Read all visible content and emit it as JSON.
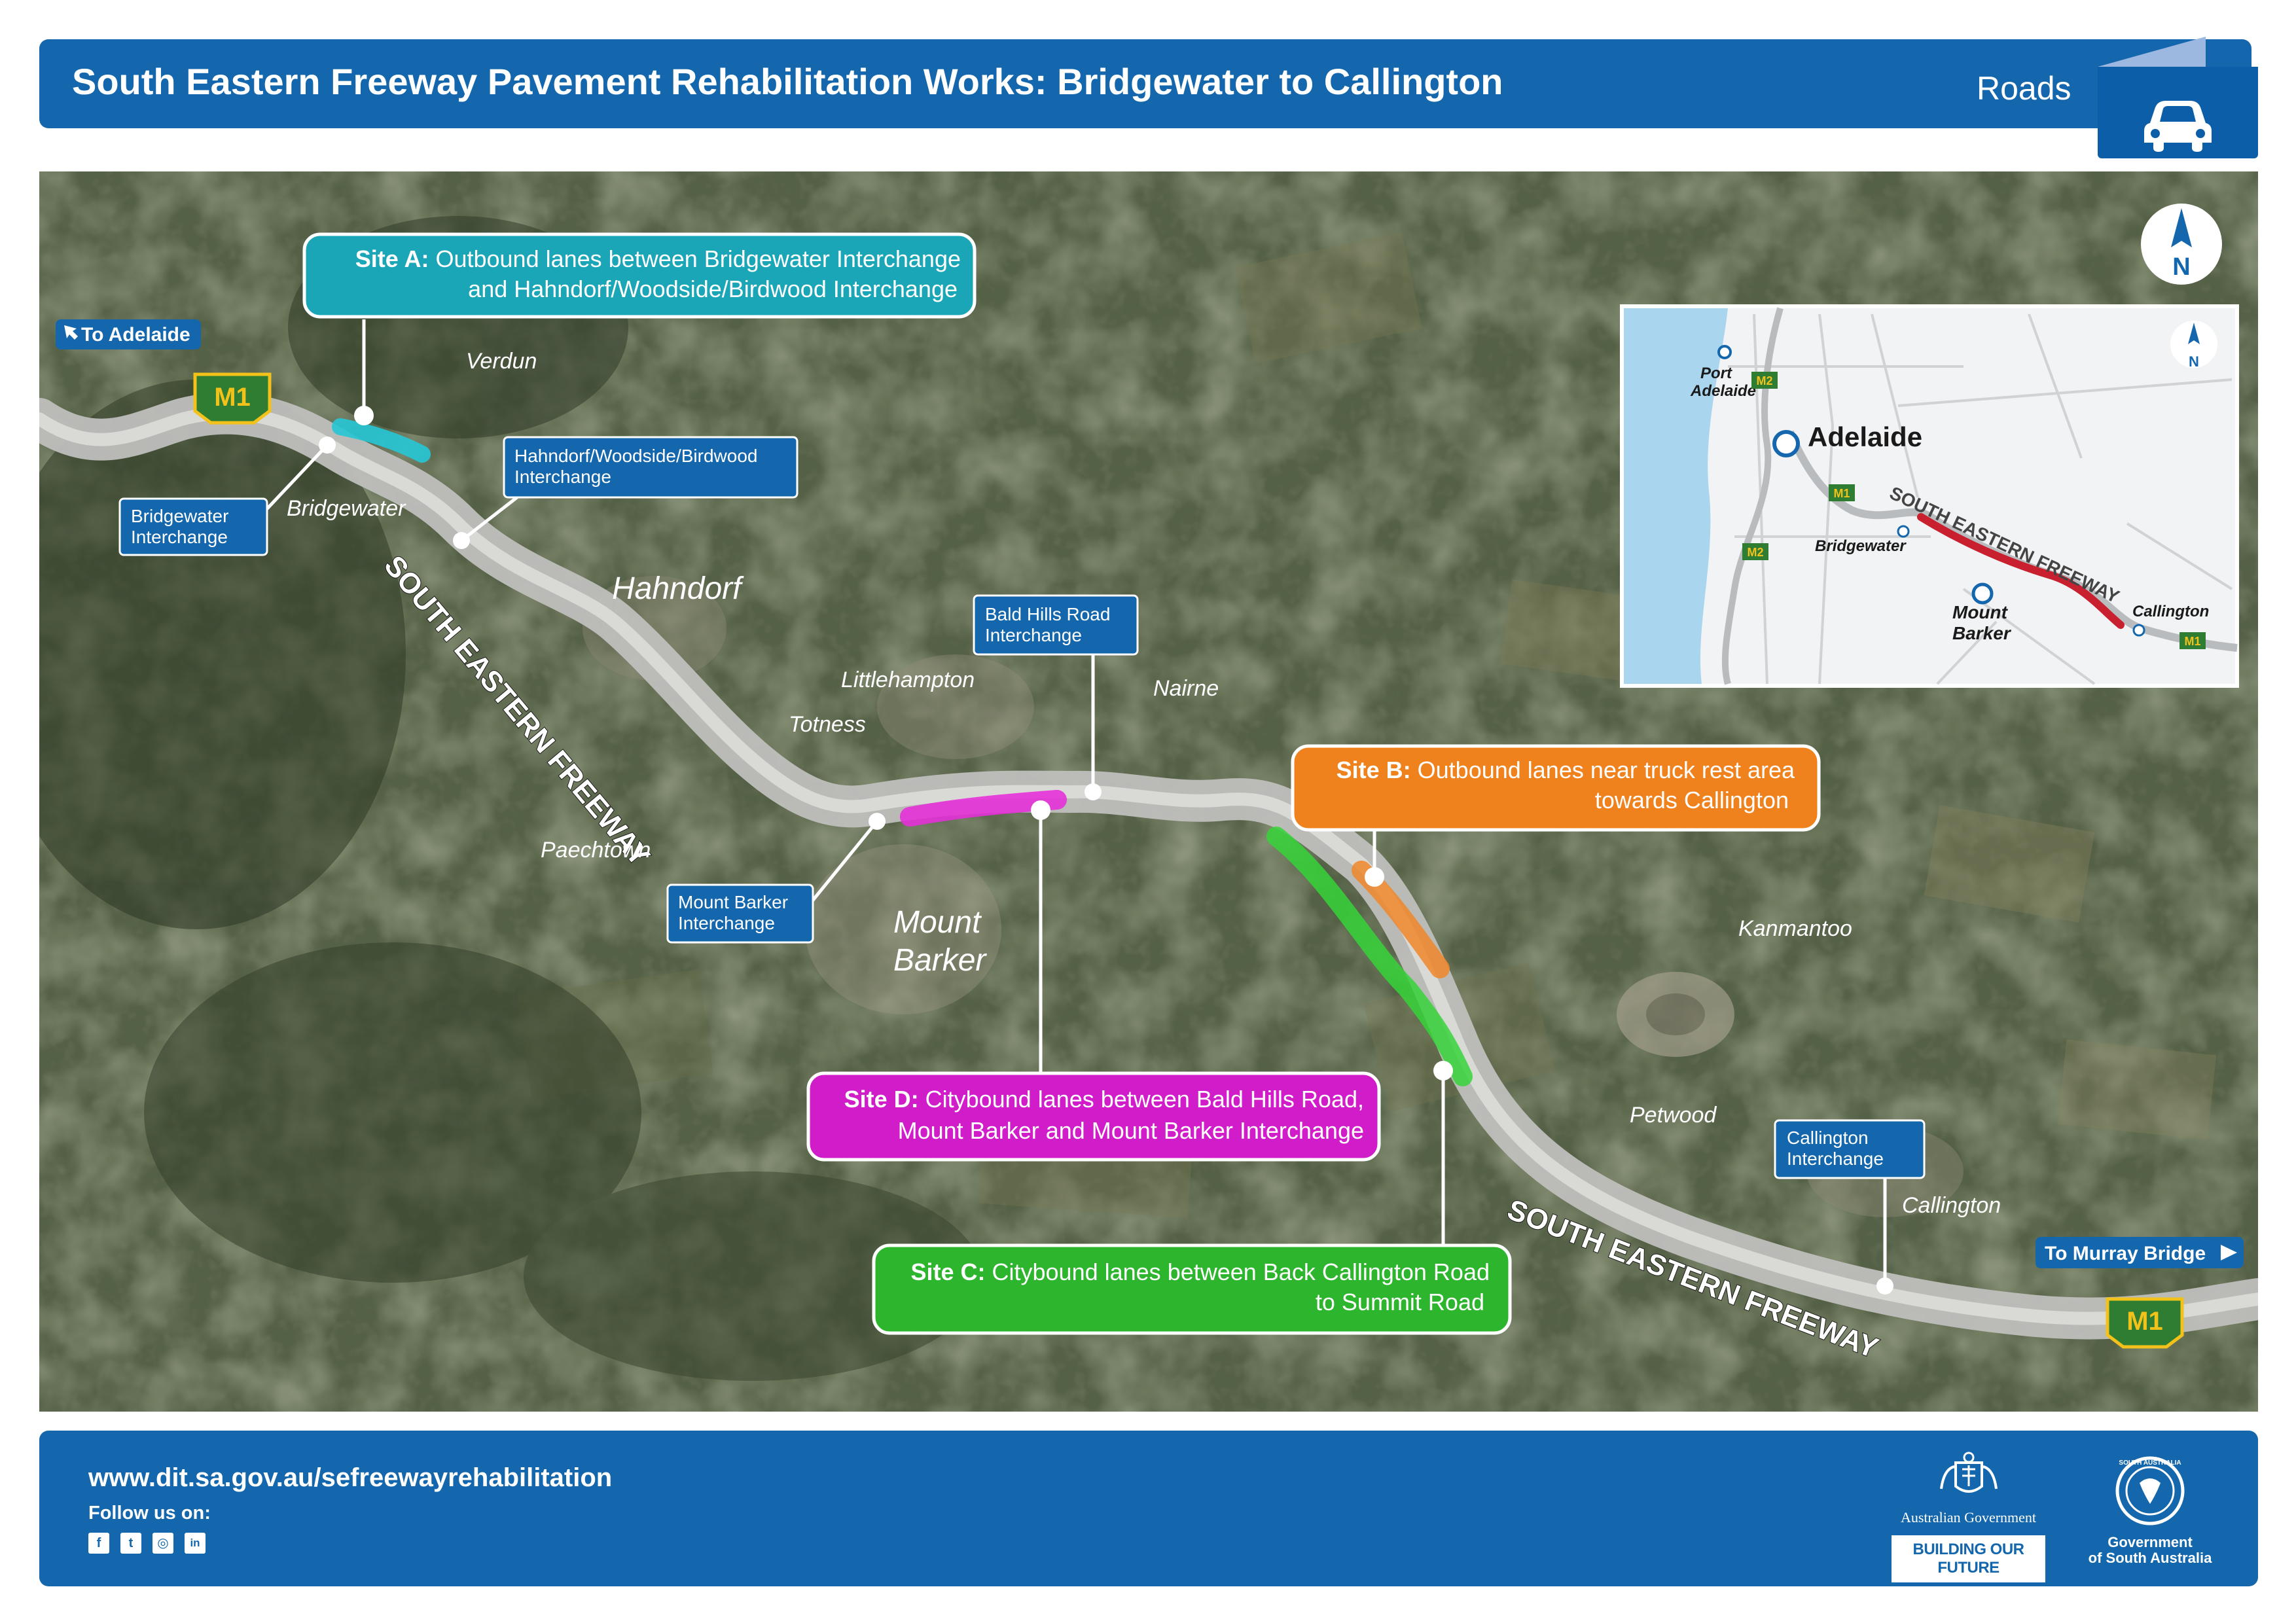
{
  "header": {
    "title": "South Eastern Freeway Pavement Rehabilitation Works: Bridgewater to Callington",
    "tag": "Roads",
    "tag_icon": "car-icon"
  },
  "colors": {
    "brand_blue": "#1467ad",
    "site_a": "#1aa6b7",
    "site_b": "#f0821e",
    "site_c": "#2db52d",
    "site_d": "#d11dc9",
    "freeway": "#c8c8c8",
    "route_highlight": "#c8202f"
  },
  "map": {
    "north": "N",
    "direction_signs": {
      "west": "To Adelaide",
      "east": "To Murray Bridge"
    },
    "shields": {
      "west": "M1",
      "east": "M1"
    },
    "freeway_labels": [
      "SOUTH EASTERN FREEWAY",
      "SOUTH EASTERN FREEWAY"
    ],
    "towns": {
      "verdun": "Verdun",
      "bridgewater": "Bridgewater",
      "hahndorf": "Hahndorf",
      "littlehampton": "Littlehampton",
      "nairne": "Nairne",
      "totness": "Totness",
      "paechtown": "Paechtown",
      "mount_barker": "Mount Barker",
      "kanmantoo": "Kanmantoo",
      "petwood": "Petwood",
      "callington": "Callington"
    },
    "interchanges": {
      "bridgewater": [
        "Bridgewater",
        "Interchange"
      ],
      "hahndorf": [
        "Hahndorf/Woodside/Birdwood",
        "Interchange"
      ],
      "bald_hills": [
        "Bald Hills Road",
        "Interchange"
      ],
      "mount_barker": [
        "Mount Barker",
        "Interchange"
      ],
      "callington": [
        "Callington",
        "Interchange"
      ]
    },
    "sites": {
      "a": {
        "label": "Site A:",
        "lines": [
          "Outbound lanes between Bridgewater Interchange",
          "and Hahndorf/Woodside/Birdwood Interchange"
        ]
      },
      "b": {
        "label": "Site B:",
        "lines": [
          "Outbound lanes near truck rest area",
          "towards Callington"
        ]
      },
      "c": {
        "label": "Site C:",
        "lines": [
          "Citybound lanes between Back Callington Road",
          "to Summit Road"
        ]
      },
      "d": {
        "label": "Site D:",
        "lines": [
          "Citybound lanes between Bald Hills Road,",
          "Mount Barker and Mount Barker Interchange"
        ]
      }
    },
    "inset": {
      "north": "N",
      "places": {
        "port_adelaide": [
          "Port",
          "Adelaide"
        ],
        "adelaide": "Adelaide",
        "bridgewater": "Bridgewater",
        "mount_barker": [
          "Mount",
          "Barker"
        ],
        "callington": "Callington"
      },
      "freeway_label": "SOUTH EASTERN FREEWAY",
      "shields": [
        "M2",
        "M1",
        "M2",
        "M1"
      ]
    }
  },
  "footer": {
    "url": "www.dit.sa.gov.au/sefreewayrehabilitation",
    "follow": "Follow us on:",
    "social_icons": [
      "facebook-icon",
      "twitter-icon",
      "instagram-icon",
      "linkedin-icon"
    ],
    "social_glyphs": [
      "f",
      "t",
      "◎",
      "in"
    ],
    "aus_gov": "Australian Government",
    "building": "BUILDING OUR FUTURE",
    "sa_gov": [
      "Government",
      "of South Australia"
    ],
    "sa_crest_text": "SOUTH AUSTRALIA"
  }
}
